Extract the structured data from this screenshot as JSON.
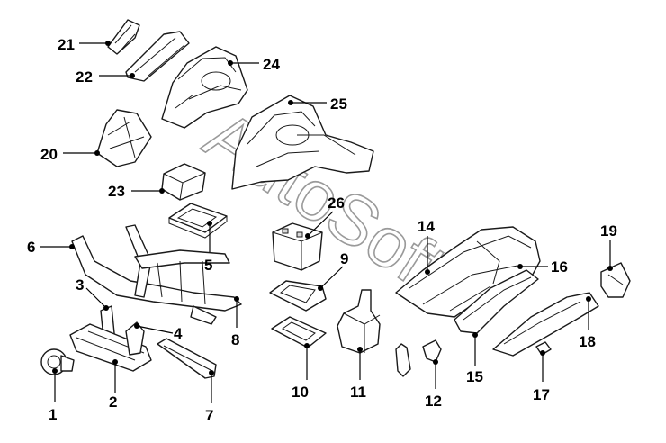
{
  "watermark": "AutoSoft",
  "colors": {
    "line": "#1a1a1a",
    "watermark": "#9a9a9a",
    "background": "#ffffff"
  },
  "callouts": [
    "1",
    "2",
    "3",
    "4",
    "5",
    "6",
    "7",
    "8",
    "9",
    "10",
    "11",
    "12",
    "14",
    "15",
    "16",
    "17",
    "18",
    "19",
    "20",
    "21",
    "22",
    "23",
    "24",
    "25",
    "26"
  ]
}
